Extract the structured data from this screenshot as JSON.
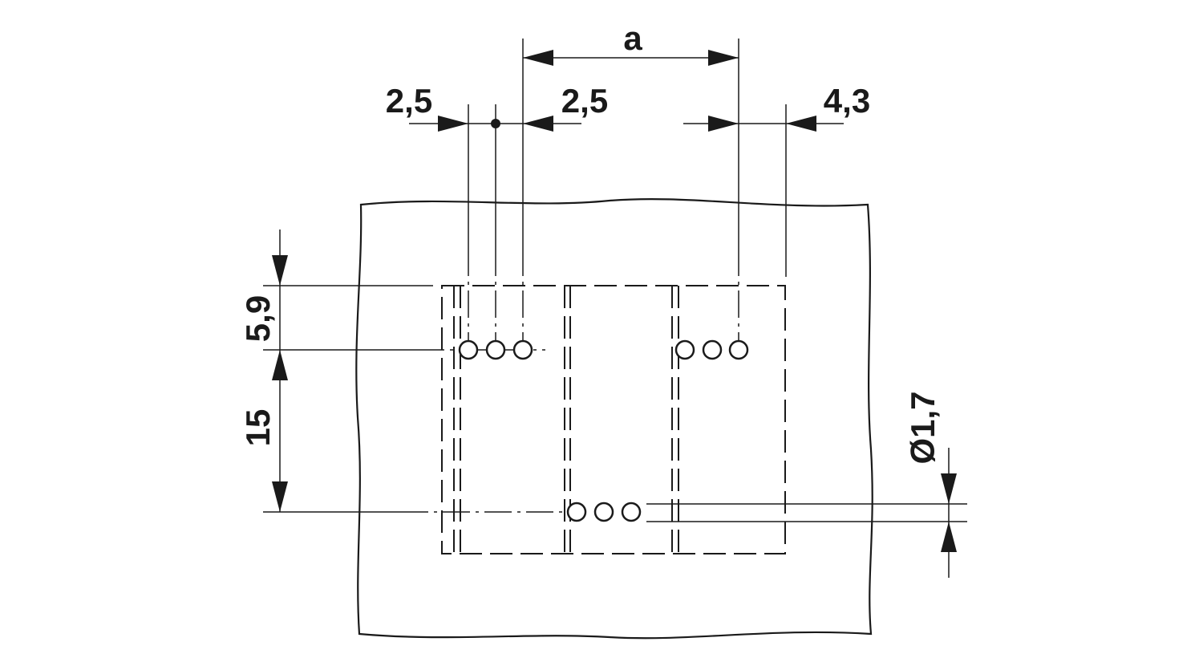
{
  "dimensions": {
    "a": "a",
    "pitch_left": "2,5",
    "pitch_right": "2,5",
    "edge_offset": "4,3",
    "vertical_top": "5,9",
    "vertical_spacing": "15",
    "hole_diameter": "Ø1,7"
  },
  "hole_groups": [
    {
      "row": "top",
      "count": 3
    },
    {
      "row": "top",
      "count": 3
    },
    {
      "row": "bottom",
      "count": 3
    }
  ]
}
